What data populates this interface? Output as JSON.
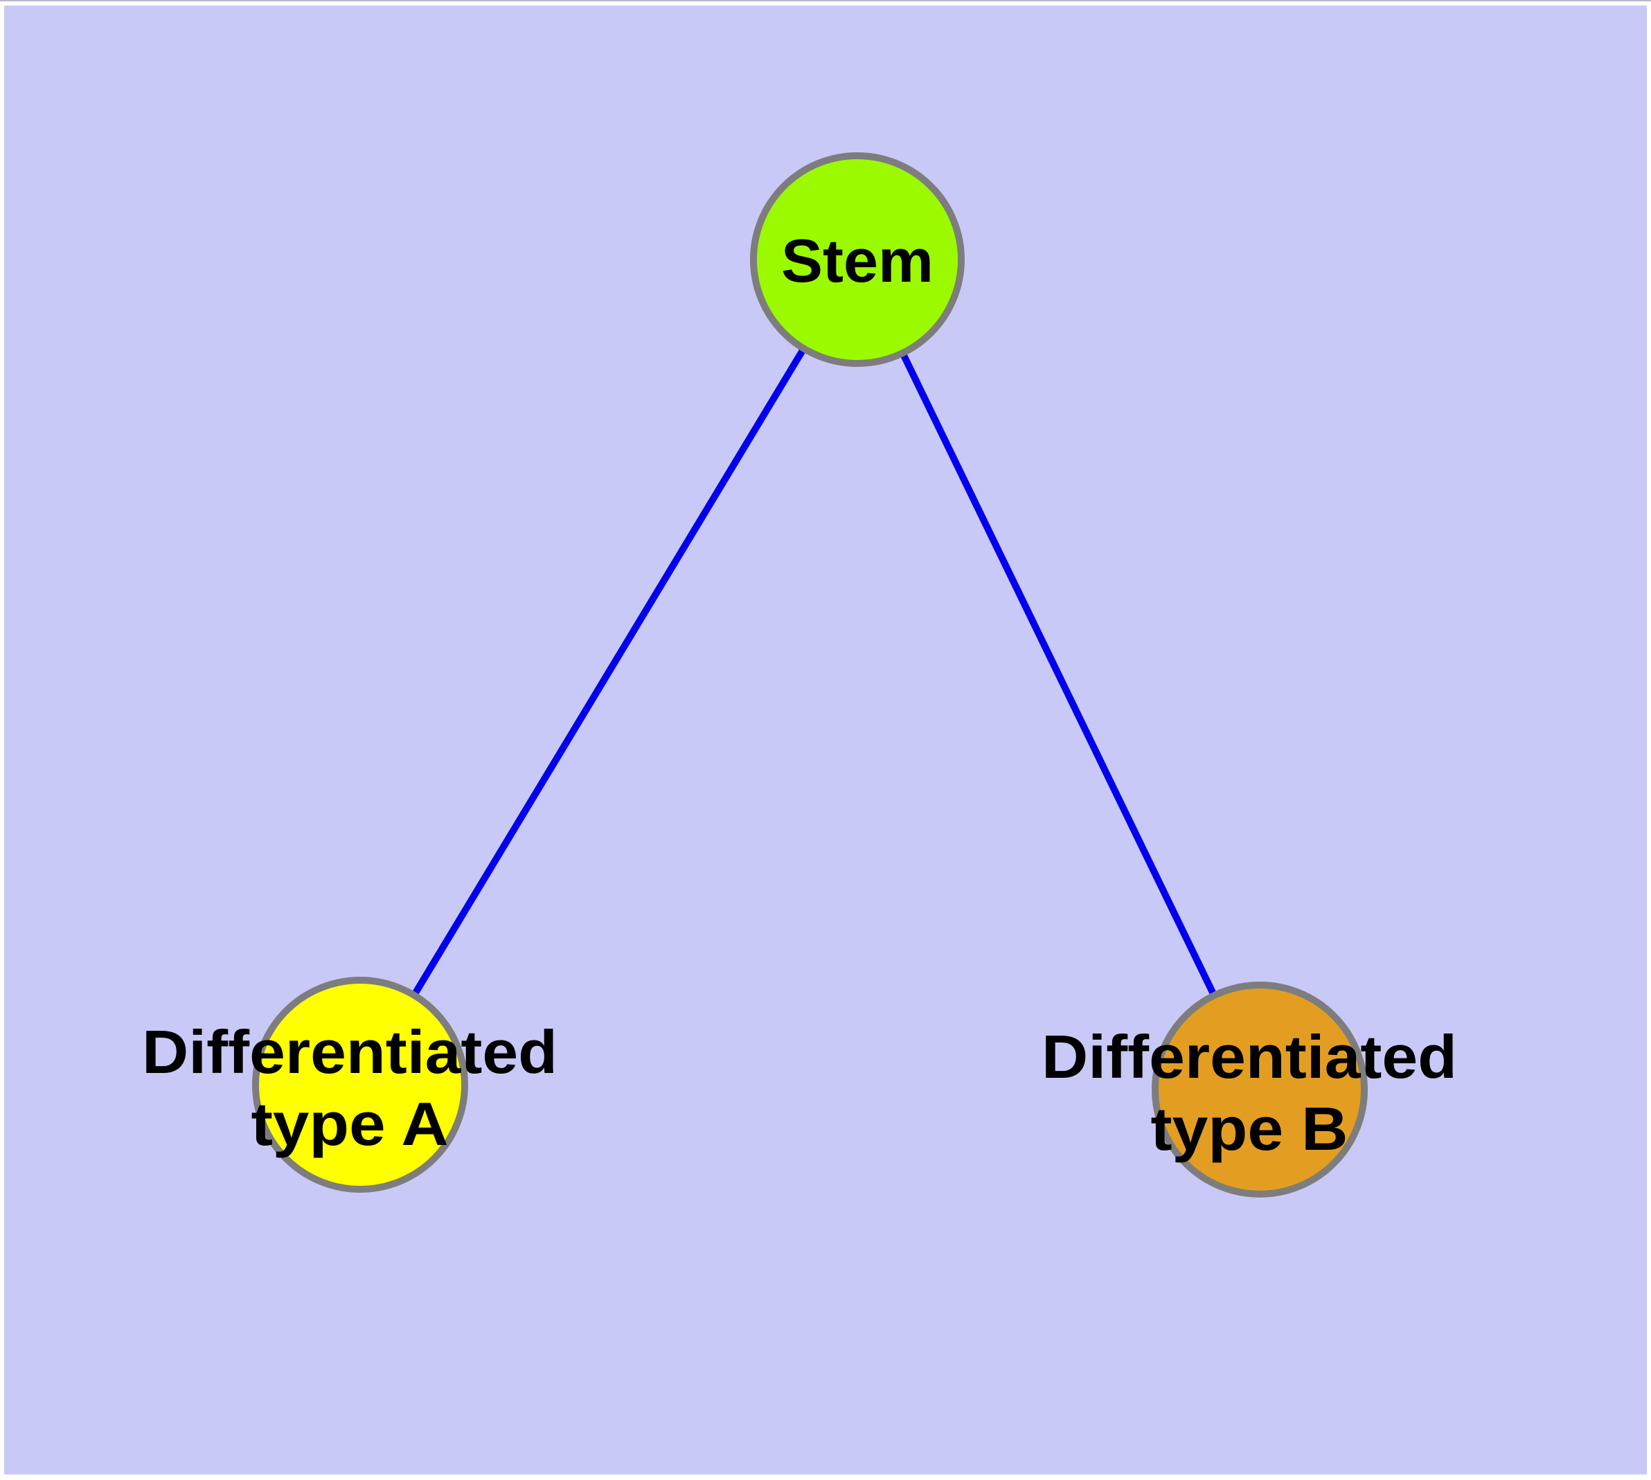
{
  "diagram": {
    "description": "Stem cell differentiation graph",
    "background_color": "#C9C9F8",
    "page_color": "#ffffff",
    "edge_color": "#0000EE",
    "node_border_color": "#7D7D7D",
    "label_color": "#000000",
    "nodes": [
      {
        "id": "stem",
        "label": "Stem",
        "color": "#9BFA00"
      },
      {
        "id": "type-a",
        "label_line1": "Differentiated",
        "label_line2": "type A",
        "color": "#FFFF00"
      },
      {
        "id": "type-b",
        "label_line1": "Differentiated",
        "label_line2": "type B",
        "color": "#E39E22"
      }
    ],
    "edges": [
      {
        "from": "Stem",
        "to": "Differentiated type A"
      },
      {
        "from": "Stem",
        "to": "Differentiated type B"
      }
    ]
  }
}
